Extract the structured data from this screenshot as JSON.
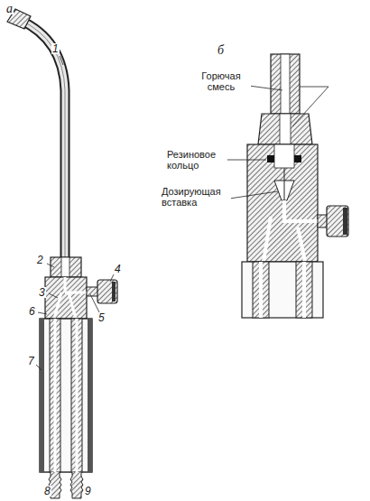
{
  "diagram": {
    "labels": [
      "а",
      "б",
      "1",
      "2",
      "3",
      "4",
      "5",
      "6",
      "7",
      "8",
      "9",
      "Горючая смесь",
      "Резиновое кольцо",
      "Дозирующая вставка"
    ]
  }
}
